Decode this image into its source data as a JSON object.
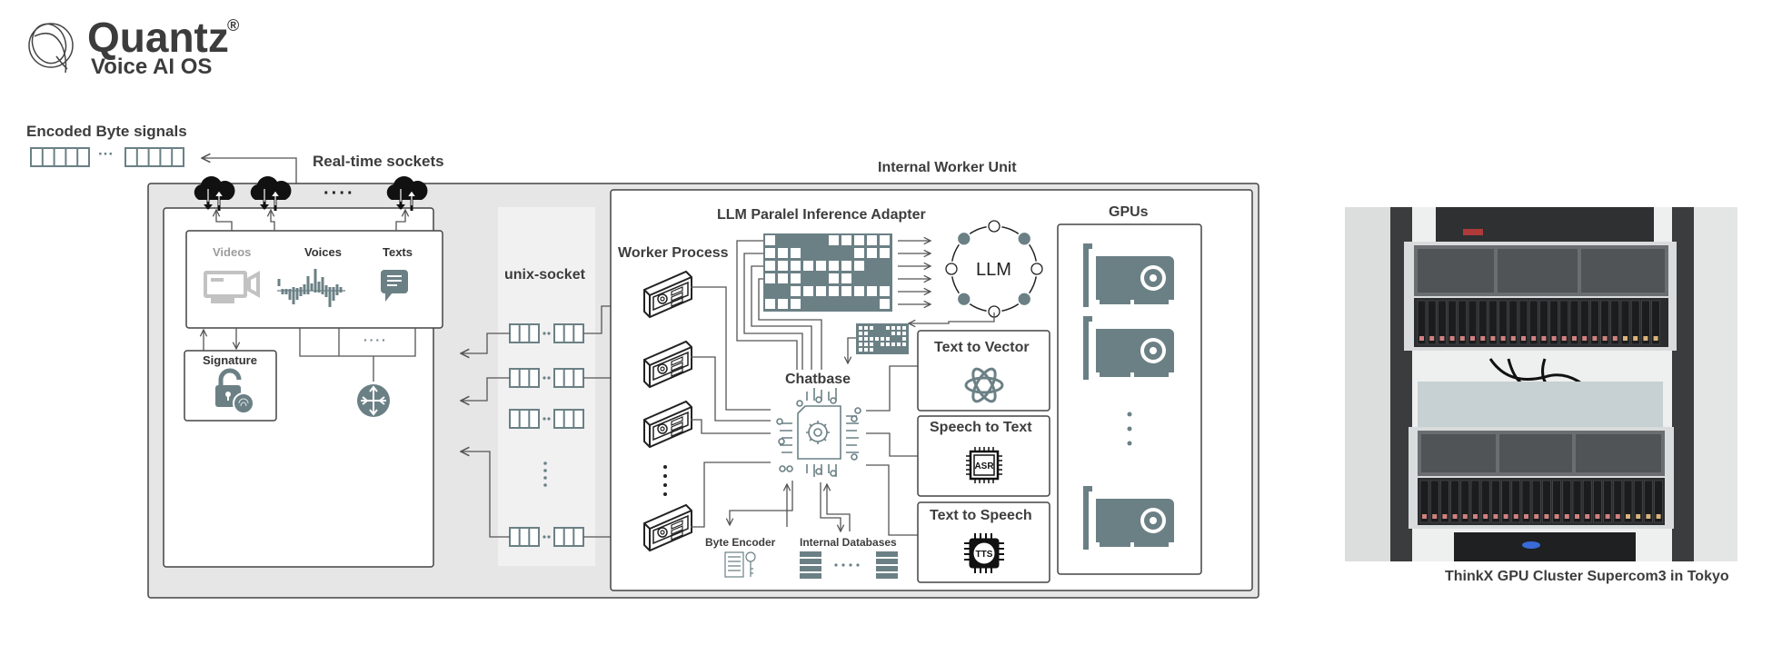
{
  "brand": {
    "name": "Quantz",
    "registered_mark": "®",
    "tagline": "Voice AI OS",
    "logo_icon": "swirl-q-logo-icon"
  },
  "encoded_signals": {
    "label": "Encoded Byte signals",
    "ellipsis": "···"
  },
  "realtime_sockets": {
    "label": "Real-time sockets",
    "ellipsis": "····",
    "icon": "cloud-upload-download-icon"
  },
  "client_panel": {
    "media": [
      {
        "label": "Videos",
        "icon": "video-camera-icon",
        "muted": true
      },
      {
        "label": "Voices",
        "icon": "waveform-icon",
        "muted": false
      },
      {
        "label": "Texts",
        "icon": "chat-bubble-icon",
        "muted": false
      }
    ],
    "signature": {
      "label": "Signature",
      "icon": "lock-fingerprint-icon"
    },
    "router_icon": "router-icon",
    "ellipsis": "····"
  },
  "unix_socket": {
    "label": "unix-socket",
    "queue_count": 4,
    "vertical_ellipsis": "⋮"
  },
  "internal_worker": {
    "title": "Internal Worker Unit",
    "worker_process": {
      "label": "Worker Process",
      "icon": "worker-panel-gear-icon",
      "count_shown": 4
    },
    "adapter": {
      "label": "LLM Paralel Inference Adapter",
      "grid": [
        [
          1,
          0,
          0,
          0,
          0,
          1,
          1,
          1,
          1,
          1
        ],
        [
          1,
          1,
          1,
          0,
          0,
          0,
          0,
          1,
          1,
          1
        ],
        [
          1,
          1,
          1,
          1,
          1,
          1,
          1,
          1,
          0,
          0
        ],
        [
          1,
          1,
          1,
          0,
          0,
          1,
          1,
          0,
          0,
          0
        ],
        [
          0,
          0,
          1,
          1,
          1,
          1,
          1,
          1,
          1,
          1
        ],
        [
          1,
          1,
          1,
          0,
          0,
          0,
          0,
          0,
          0,
          1
        ]
      ],
      "arrow_count": 6
    },
    "llm": {
      "label": "LLM",
      "nodes": [
        "open",
        "filled",
        "open",
        "filled",
        "open",
        "filled",
        "open",
        "filled"
      ]
    },
    "chatbase": {
      "label": "Chatbase",
      "icon": "cpu-gear-icon"
    },
    "byte_encoder": {
      "label": "Byte Encoder",
      "icon": "encoder-key-icon"
    },
    "internal_databases": {
      "label": "Internal Databases",
      "icon": "database-server-icon",
      "ellipsis": "····"
    },
    "services": [
      {
        "label": "Text to Vector",
        "icon": "atom-icon"
      },
      {
        "label": "Speech to Text",
        "icon": "asr-chip-icon",
        "chip_text": "ASR"
      },
      {
        "label": "Text to Speech",
        "icon": "tts-chip-icon",
        "chip_text": "TTS"
      }
    ],
    "gpus": {
      "label": "GPUs",
      "icon": "gpu-card-icon",
      "count_shown": 3
    }
  },
  "photo": {
    "caption": "ThinkX GPU Cluster Supercom3 in Tokyo",
    "subject": "gpu-server-rack-photo"
  },
  "colors": {
    "accent": "#6b8085",
    "text": "#3d3d3d",
    "panel_bg": "#e6e6e6",
    "line": "#555555"
  }
}
